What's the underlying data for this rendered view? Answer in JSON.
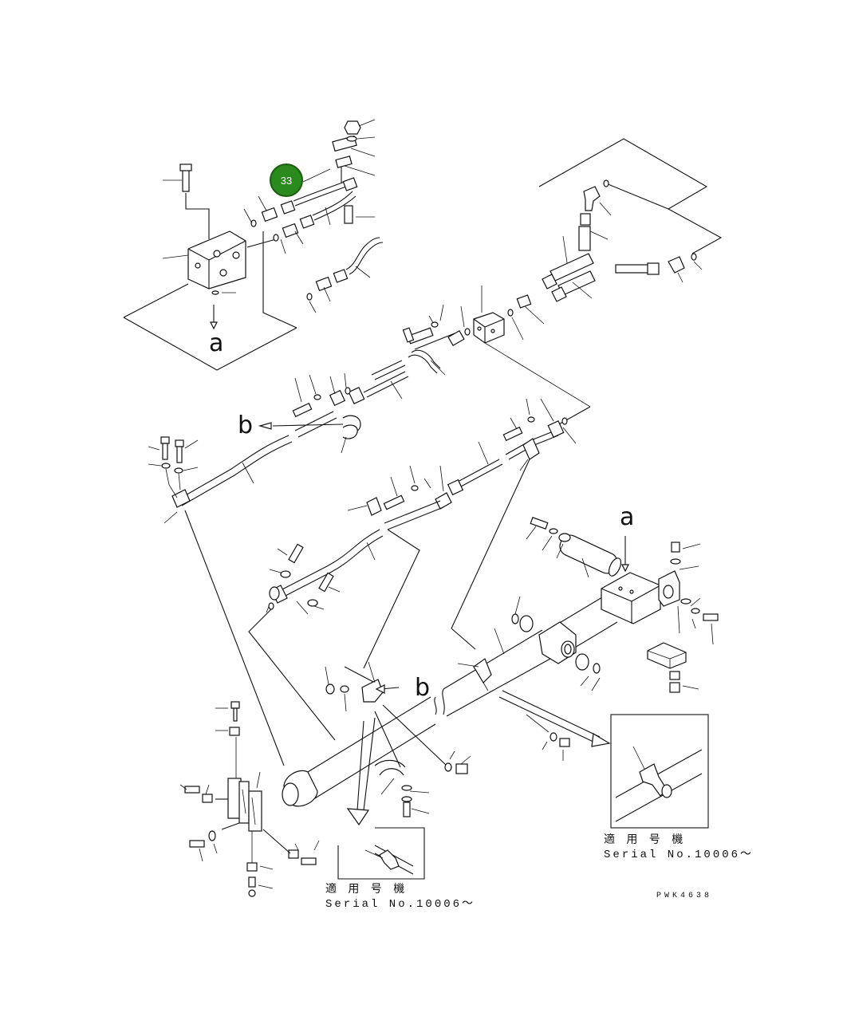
{
  "callout": {
    "number": "33",
    "color": "#2b8a1e"
  },
  "view_labels": {
    "a_top": "a",
    "a_bottom": "a",
    "b_left": "b",
    "b_right": "b"
  },
  "insets": {
    "left": {
      "applicable": "適 用 号 機",
      "serial": "Serial No.10006～"
    },
    "right": {
      "applicable": "適 用 号 機",
      "serial": "Serial No.10006～"
    }
  },
  "drawing_code": "PWK4638"
}
